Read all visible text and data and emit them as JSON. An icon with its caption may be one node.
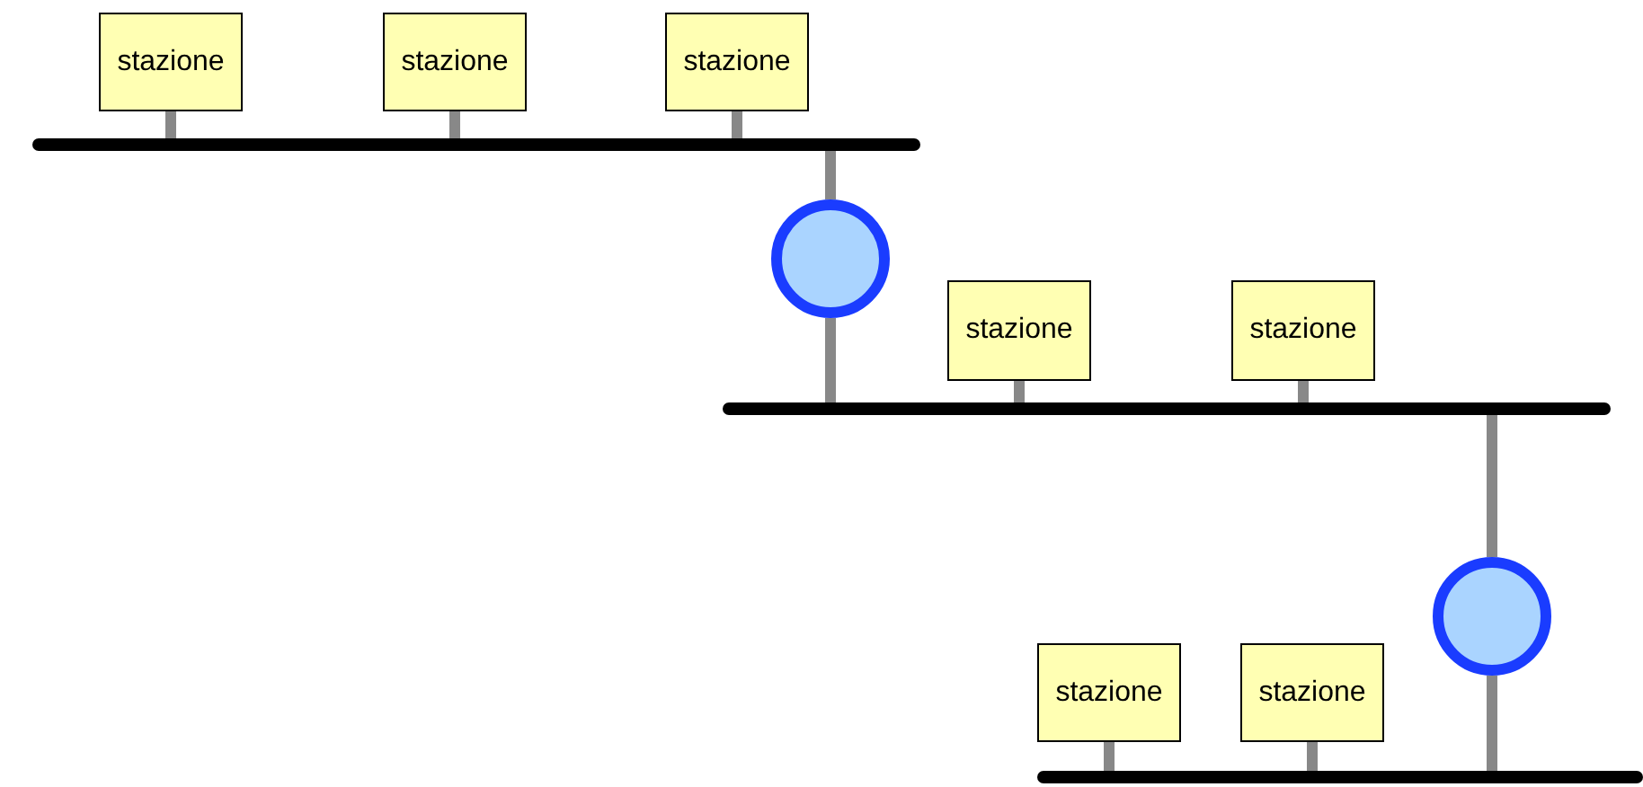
{
  "diagram": {
    "nodes": [
      {
        "text": [
          "stazione"
        ]
      },
      {
        "text": [
          "stazione"
        ]
      },
      {
        "text": [
          "stazione"
        ]
      },
      {
        "text": [],
        "shape": "bar"
      },
      {
        "text": [],
        "shape": "circle"
      },
      {
        "text": [
          "stazione"
        ]
      },
      {
        "text": [
          "stazione"
        ]
      },
      {
        "text": [],
        "shape": "bar"
      },
      {
        "text": [],
        "shape": "circle"
      },
      {
        "text": [
          "stazione"
        ]
      },
      {
        "text": [
          "stazione"
        ]
      },
      {
        "text": [],
        "shape": "bar"
      }
    ],
    "edges": [
      {
        "from": 0,
        "to": 3,
        "arrow": "none"
      },
      {
        "from": 1,
        "to": 3,
        "arrow": "none"
      },
      {
        "from": 2,
        "to": 3,
        "arrow": "none"
      },
      {
        "from": 3,
        "to": 4,
        "arrow": "none"
      },
      {
        "from": 4,
        "to": 7,
        "arrow": "none"
      },
      {
        "from": 5,
        "to": 7,
        "arrow": "none"
      },
      {
        "from": 6,
        "to": 7,
        "arrow": "none"
      },
      {
        "from": 7,
        "to": 8,
        "arrow": "none"
      },
      {
        "from": 8,
        "to": 11,
        "arrow": "none"
      },
      {
        "from": 9,
        "to": 11,
        "arrow": "none"
      },
      {
        "from": 10,
        "to": 11,
        "arrow": "none"
      }
    ]
  }
}
